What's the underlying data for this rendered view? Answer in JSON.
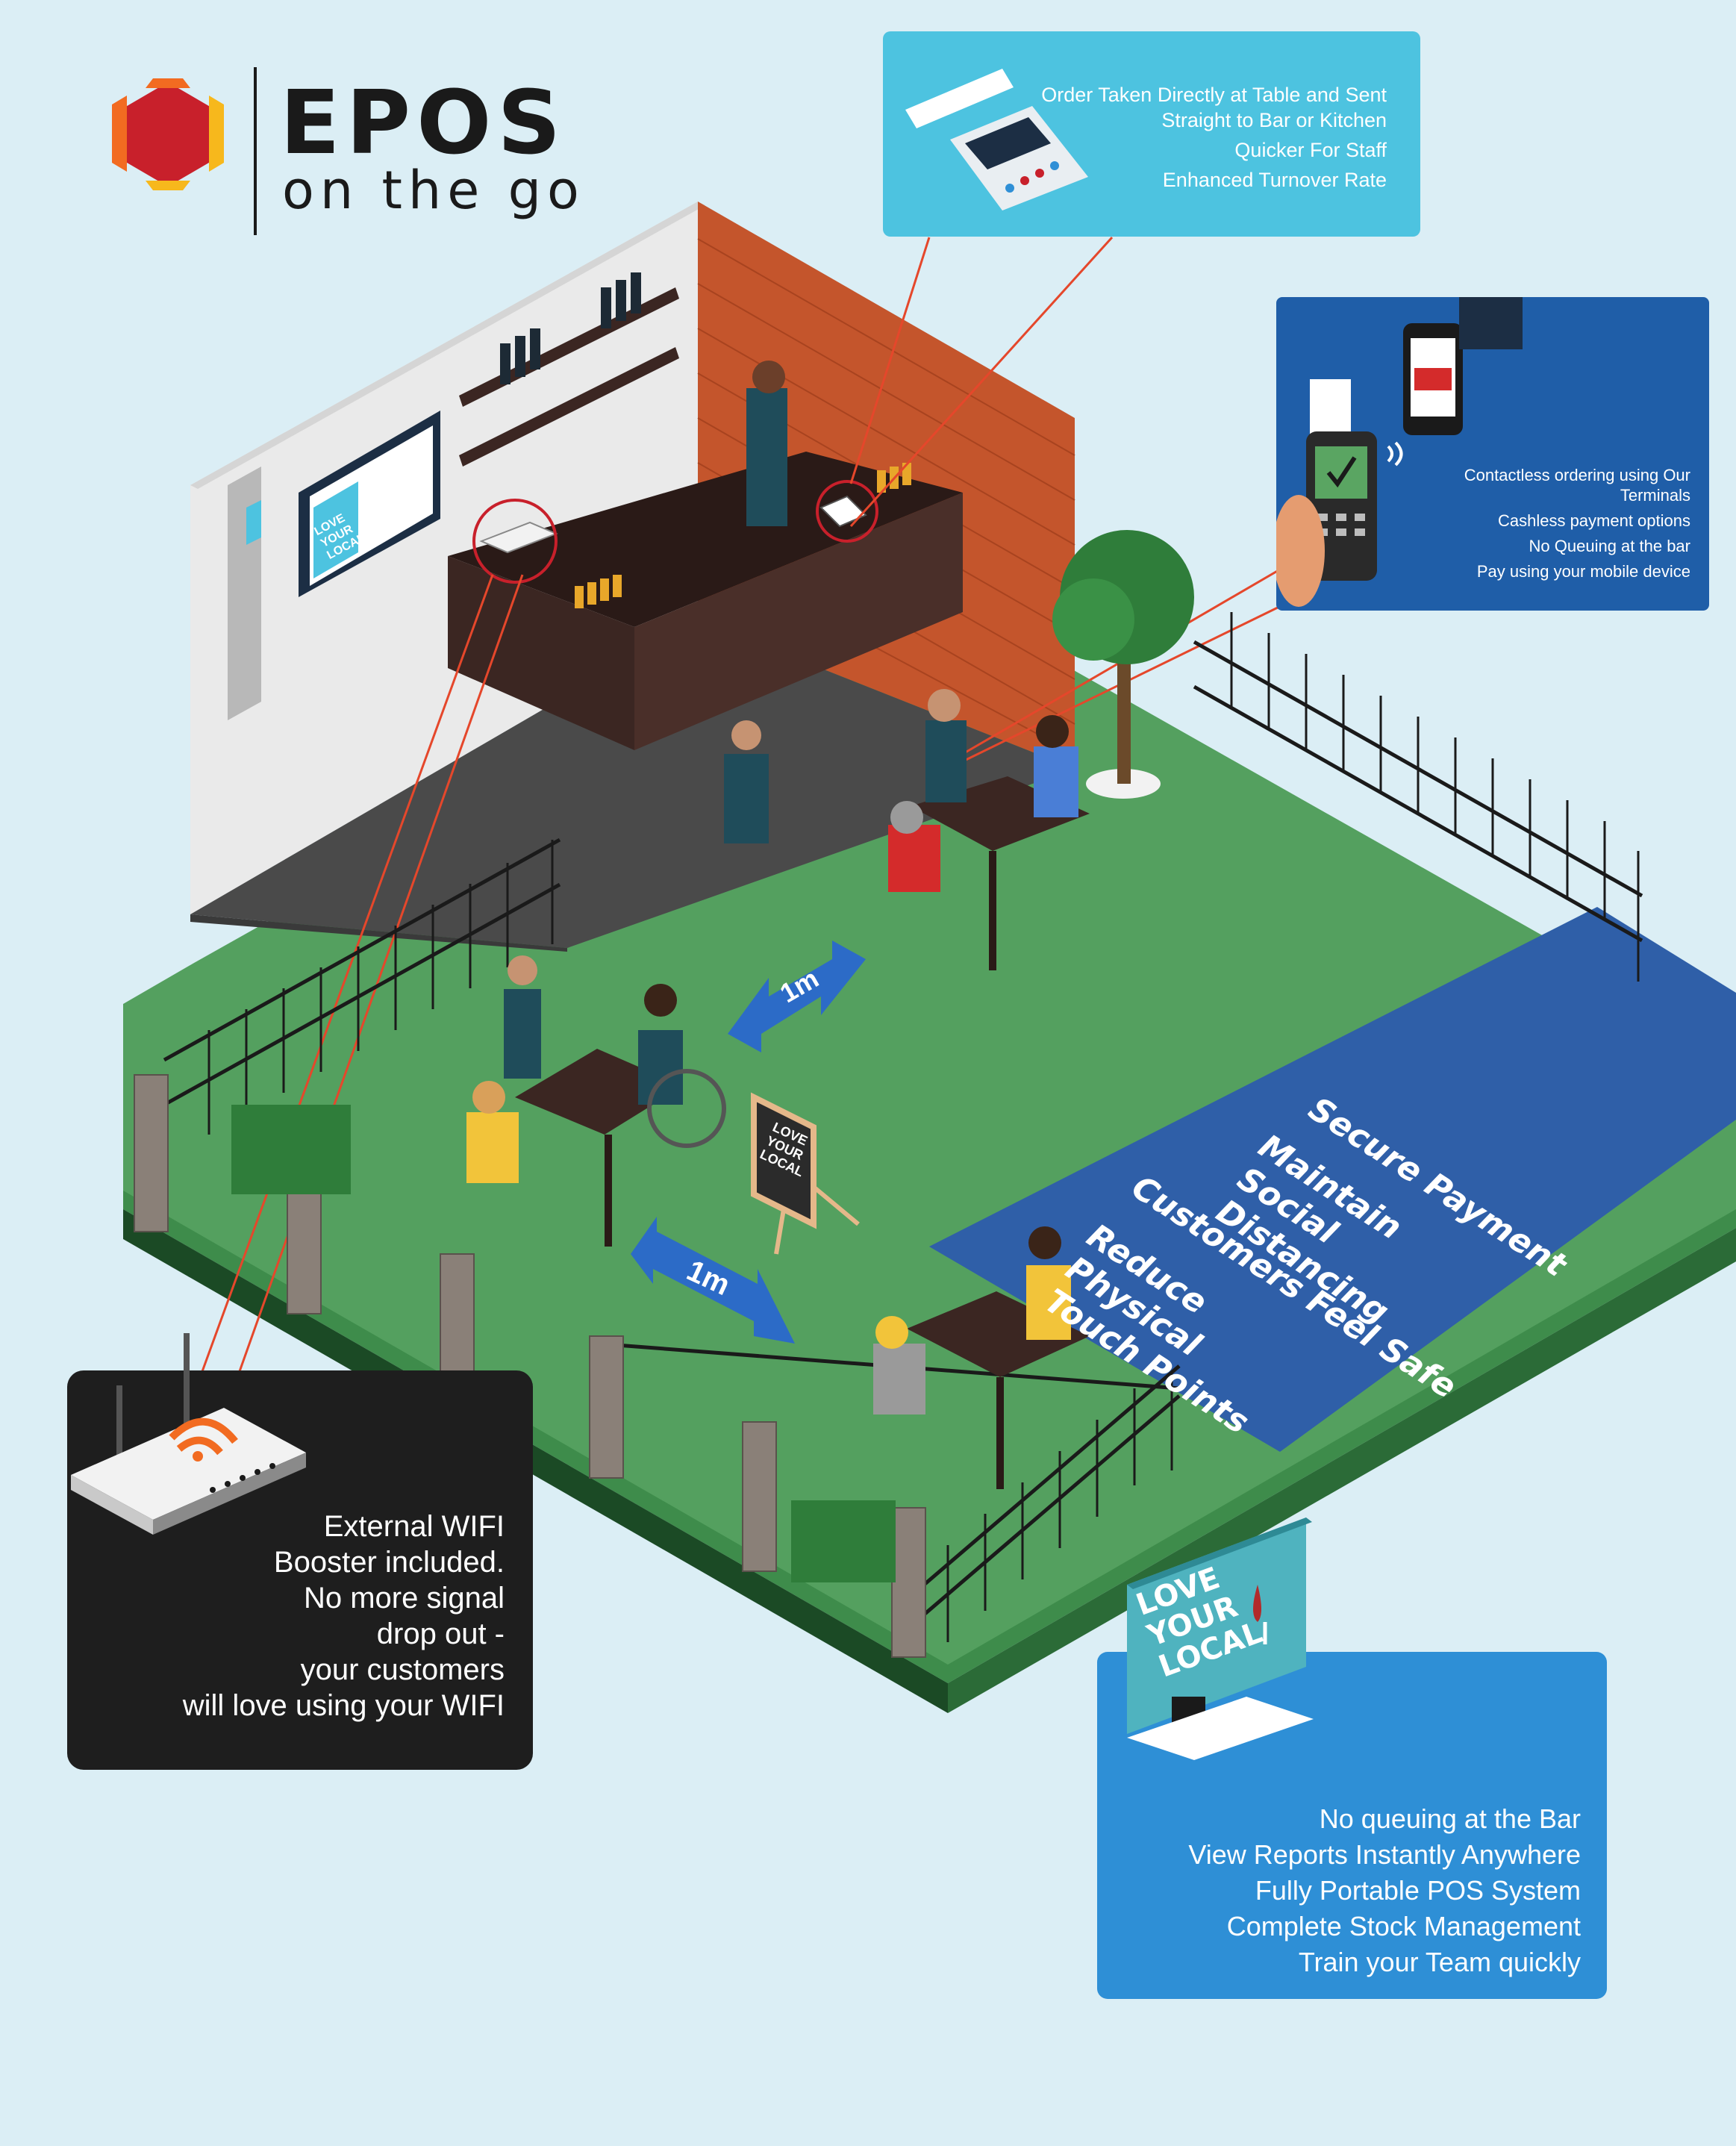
{
  "logo": {
    "title": "EPOS",
    "subtitle": "on the go",
    "colors": {
      "red": "#c8202b",
      "orange": "#f26b21",
      "yellow": "#f7b81c"
    }
  },
  "panels": {
    "order_at_table": {
      "icon": "card-terminal-receipt-icon",
      "lines": [
        "Order Taken Directly at Table and Sent Straight to Bar or Kitchen",
        "Quicker For Staff",
        "Enhanced Turnover Rate"
      ]
    },
    "contactless": {
      "icon": "phone-and-card-terminal-icon",
      "lines": [
        "Contactless ordering using Our Terminals",
        "Cashless payment options",
        "No Queuing at the bar",
        "Pay using your mobile device"
      ]
    },
    "wifi": {
      "icon": "wifi-router-icon",
      "lines": [
        "External WIFI",
        "Booster included.",
        "No more signal",
        "drop out -",
        "your customers",
        "will love using your WIFI"
      ]
    },
    "bar_display": {
      "icon": "love-your-local-screen-icon",
      "sign_text": [
        "LOVE",
        "YOUR",
        "LOCAL"
      ],
      "lines": [
        "No queuing at the Bar",
        "View Reports Instantly Anywhere",
        "Fully Portable POS System",
        "Complete Stock Management",
        "Train your Team quickly"
      ]
    }
  },
  "scene": {
    "distance_labels": [
      "1m",
      "1m"
    ],
    "chalkboard_text": [
      "LOVE",
      "YOUR",
      "LOCAL"
    ],
    "screen_text": [
      "LOVE",
      "YOUR",
      "LOCAL"
    ],
    "zone_features": [
      "Secure Payment",
      "Maintain Social Distancing",
      "Customers Feel Safe",
      "Reduce Physical Touch Points"
    ]
  },
  "colors": {
    "background": "#dbeef5",
    "grass": "#3f9a4e",
    "zone_blue": "#2d5fa6",
    "callout_line": "#e5472b",
    "brick": "#c7542a",
    "bar_counter": "#3b2622"
  }
}
